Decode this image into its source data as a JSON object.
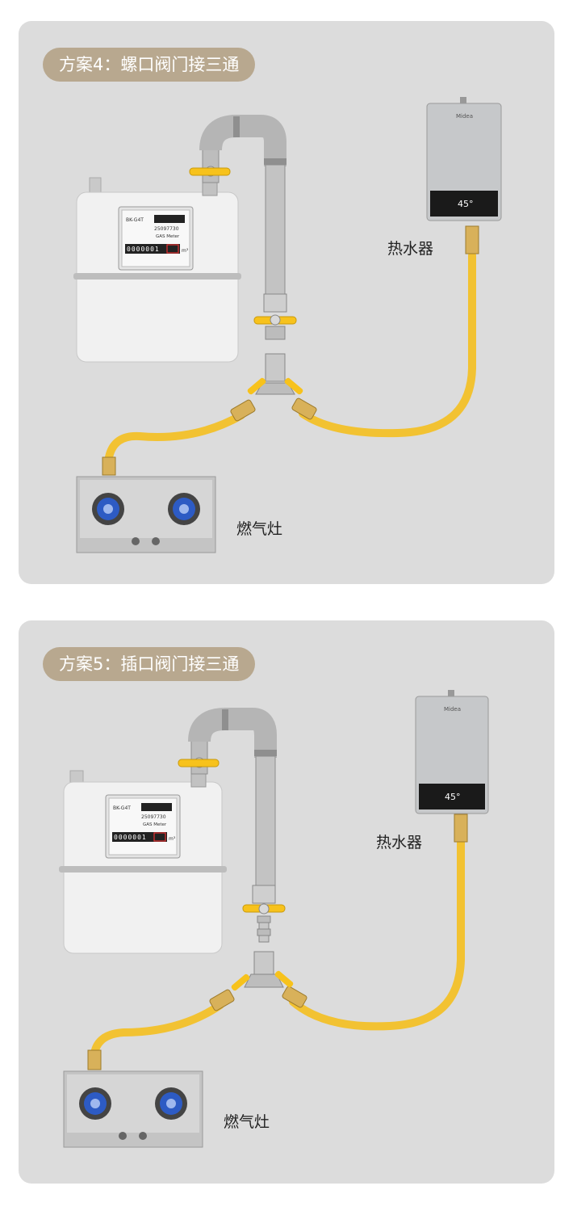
{
  "panels": [
    {
      "title": "方案4：螺口阀门接三通",
      "heater_label": "热水器",
      "stove_label": "燃气灶",
      "meter": {
        "model": "BK-G4T",
        "serial": "25097730",
        "type_text": "GAS Meter",
        "reading": "0000001",
        "unit": "m³"
      },
      "heater_display": "45°",
      "heater_brand": "Midea"
    },
    {
      "title": "方案5：插口阀门接三通",
      "heater_label": "热水器",
      "stove_label": "燃气灶",
      "meter": {
        "model": "BK-G4T",
        "serial": "25097730",
        "type_text": "GAS Meter",
        "reading": "0000001",
        "unit": "m³"
      },
      "heater_display": "45°",
      "heater_brand": "Midea"
    }
  ],
  "colors": {
    "panel_bg": "#dcdcdc",
    "pill_bg": "#b8a88f",
    "hose": "#f2c232",
    "valve_handle": "#f7c21c",
    "brass": "#d8b15a"
  }
}
